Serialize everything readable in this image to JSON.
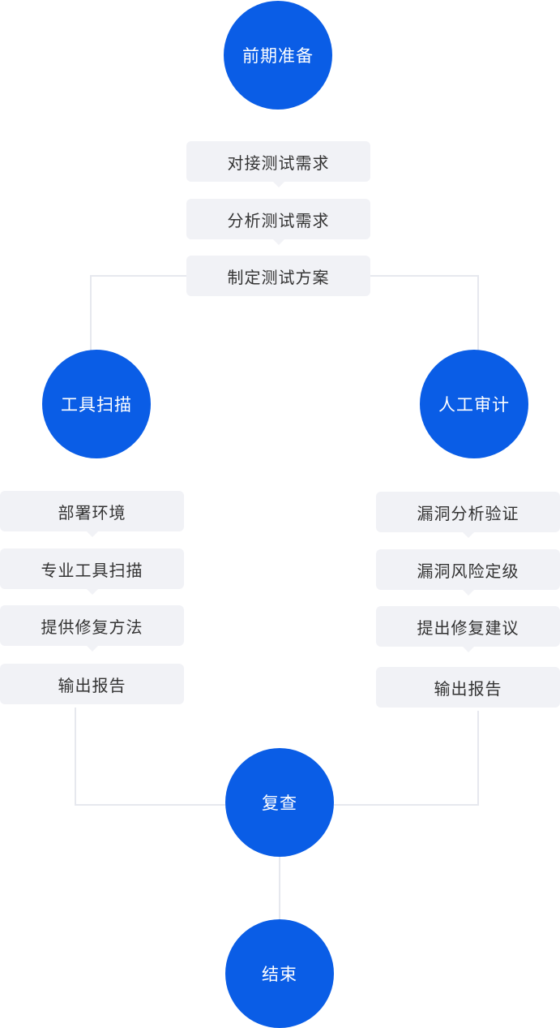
{
  "colors": {
    "node": "#0a5de6",
    "step_bg": "#f1f2f6",
    "line": "#e6e8ee",
    "text": "#333333"
  },
  "start": {
    "label": "前期准备"
  },
  "prep_steps": [
    "对接测试需求",
    "分析测试需求",
    "制定测试方案"
  ],
  "left_branch": {
    "label": "工具扫描",
    "steps": [
      "部署环境",
      "专业工具扫描",
      "提供修复方法",
      "输出报告"
    ]
  },
  "right_branch": {
    "label": "人工审计",
    "steps": [
      "漏洞分析验证",
      "漏洞风险定级",
      "提出修复建议",
      "输出报告"
    ]
  },
  "review": {
    "label": "复查"
  },
  "end": {
    "label": "结束"
  }
}
